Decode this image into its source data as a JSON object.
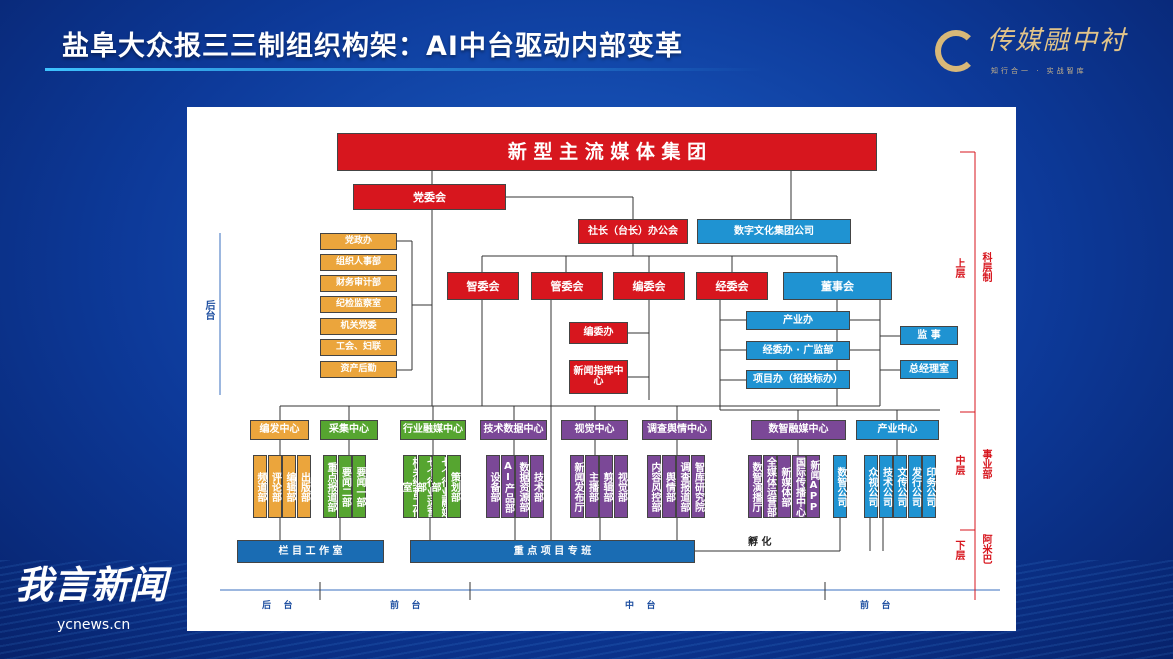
{
  "title": "盐阜大众报三三制组织构架：AI中台驱动内部变革",
  "logo": {
    "name": "传媒融中衬",
    "slogan": "知行合一 · 实战智库"
  },
  "watermark": {
    "name": "我言新闻",
    "url": "ycnews.cn"
  },
  "chart": {
    "top": "新 型 主 流 媒 体 集 团",
    "party": "党委会",
    "president": "社长（台长）办公会",
    "digital_group": "数字文化集团公司",
    "backoffice": [
      "党政办",
      "组织人事部",
      "财务审计部",
      "纪检监察室",
      "机关党委",
      "工会、妇联",
      "资产后勤"
    ],
    "committees": [
      "智委会",
      "管委会",
      "编委会",
      "经委会"
    ],
    "board": "董事会",
    "editorial_office": "编委办",
    "news_command": "新闻指挥中心",
    "board_offices": [
      "产业办",
      "经委办 · 广监部",
      "项目办（招投标办）"
    ],
    "supervisor": "监  事",
    "gm": "总经理室",
    "centers": [
      {
        "name": "编发中心",
        "depts": [
          "频道部",
          "评论部",
          "编辑部",
          "出版部"
        ]
      },
      {
        "name": "采集中心",
        "depts": [
          "重点报道部",
          "要闻二部",
          "要闻一部"
        ]
      },
      {
        "name": "行业融媒中心",
        "depts": [
          "相关经营工作室",
          "七个行业运营部",
          "七个行业融媒部",
          "策划部"
        ]
      },
      {
        "name": "技术数据中心",
        "depts": [
          "设备部",
          "AI产品部",
          "数据资源部",
          "技术部"
        ]
      },
      {
        "name": "视觉中心",
        "depts": [
          "新闻发布厅",
          "主播部",
          "剪辑部",
          "视觉部"
        ]
      },
      {
        "name": "调查舆情中心",
        "depts": [
          "内容风控部",
          "舆情部",
          "调查报道部",
          "智库研究院"
        ]
      },
      {
        "name": "数智融媒中心",
        "depts": [
          "数智演播厅",
          "全媒体运营部",
          "新媒体部",
          "国际传播中心",
          "新闻APP"
        ]
      },
      {
        "name": "产业中心",
        "depts": [
          "众视公司",
          "技术公司",
          "文传公司",
          "发行公司",
          "印务公司"
        ]
      }
    ],
    "digital_company": "数智公司",
    "studio": "栏 目 工 作 室",
    "project_team": "重 点 项 目 专 班",
    "incubate": "孵 化",
    "left_label": "后台",
    "bottom_labels": [
      "后    台",
      "前    台",
      "中    台",
      "前    台"
    ],
    "levels": [
      "上层",
      "中层",
      "下层"
    ],
    "systems": [
      "科层制",
      "事业部",
      "阿米巴"
    ]
  }
}
